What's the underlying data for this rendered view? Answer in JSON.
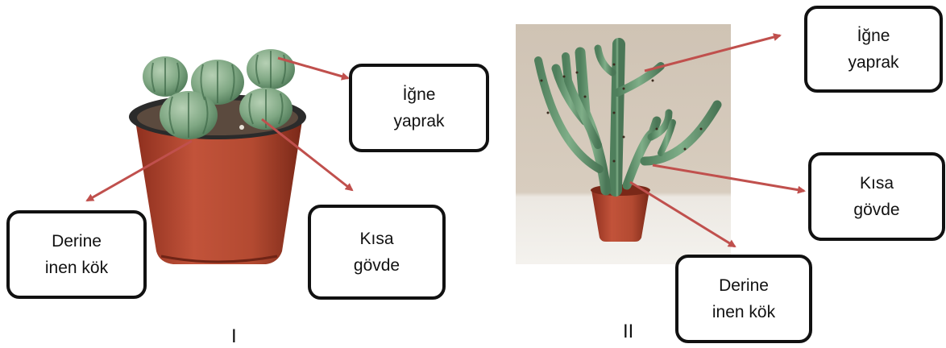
{
  "figure_I": {
    "label": "I",
    "callouts": {
      "leaf": [
        "İğne",
        "yaprak"
      ],
      "stem": [
        "Kısa",
        "gövde"
      ],
      "root": [
        "Derine",
        "inen kök"
      ]
    }
  },
  "figure_II": {
    "label": "II",
    "callouts": {
      "leaf": [
        "İğne",
        "yaprak"
      ],
      "stem": [
        "Kısa",
        "gövde"
      ],
      "root": [
        "Derine",
        "inen kök"
      ]
    }
  },
  "colors": {
    "arrow": "#c0504d",
    "box_border": "#111111",
    "pot": "#b8472f",
    "plant_green": "#6f9c7a"
  }
}
